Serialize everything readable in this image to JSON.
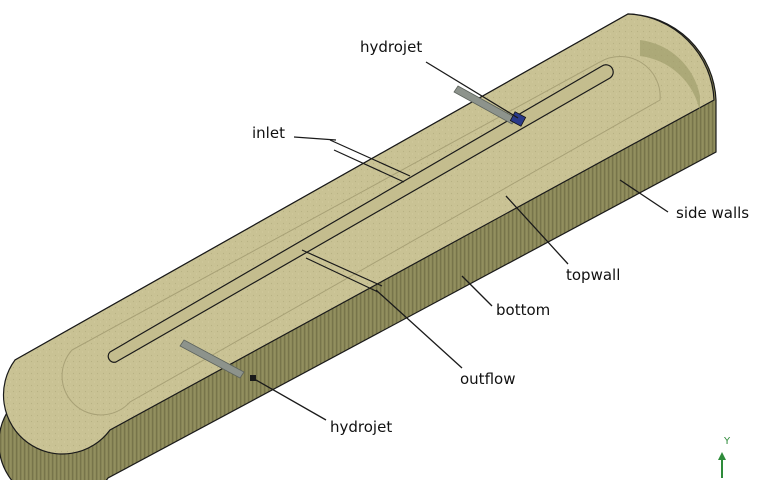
{
  "labels": {
    "hydrojet_top": "hydrojet",
    "inlet": "inlet",
    "side_walls": "side walls",
    "topwall": "topwall",
    "bottom": "bottom",
    "outflow": "outflow",
    "hydrojet_bottom": "hydrojet"
  },
  "axis": {
    "label": "Y",
    "color": "#2e8b3a"
  },
  "colors": {
    "tank_floor": "#c9c294",
    "tank_wall": "#8a8758",
    "tank_wall_dark": "#6f6d45",
    "outline": "#1a1a1a",
    "pipe": "#8d938c",
    "hydrojet_marker": "#2a3a8a"
  }
}
